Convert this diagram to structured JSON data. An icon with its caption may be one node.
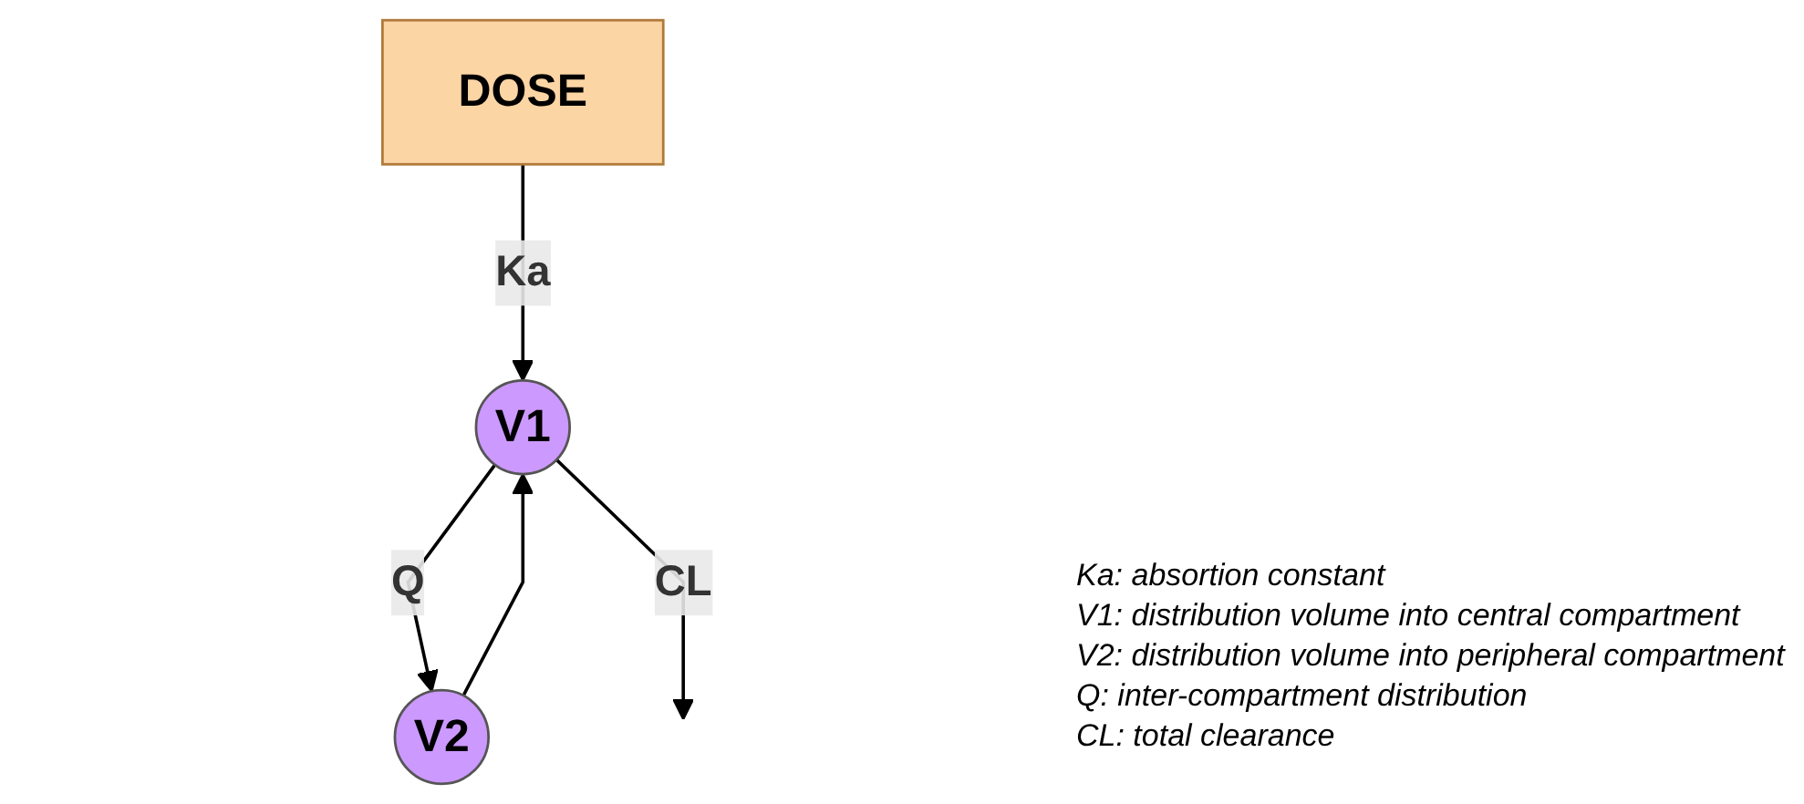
{
  "diagram": {
    "nodes": [
      {
        "text": [
          "DOSE"
        ]
      },
      {
        "text": [
          "V1"
        ]
      },
      {
        "text": [
          "V2"
        ]
      }
    ],
    "edges": [
      {
        "from": 0,
        "to": 1,
        "arrow": "to",
        "label": "Ka"
      },
      {
        "from": 1,
        "to": 2,
        "arrow": "to",
        "label": "Q"
      },
      {
        "from": 2,
        "to": 1,
        "arrow": "to"
      },
      {
        "from": 1,
        "to": null,
        "arrow": "to",
        "label": "CL"
      }
    ],
    "labels": [
      "Ka: absortion constant",
      "V1: distribution volume into central compartment",
      "V2: distribution volume into peripheral compartment",
      "Q: inter-compartment distribution",
      "CL: total clearance"
    ]
  }
}
